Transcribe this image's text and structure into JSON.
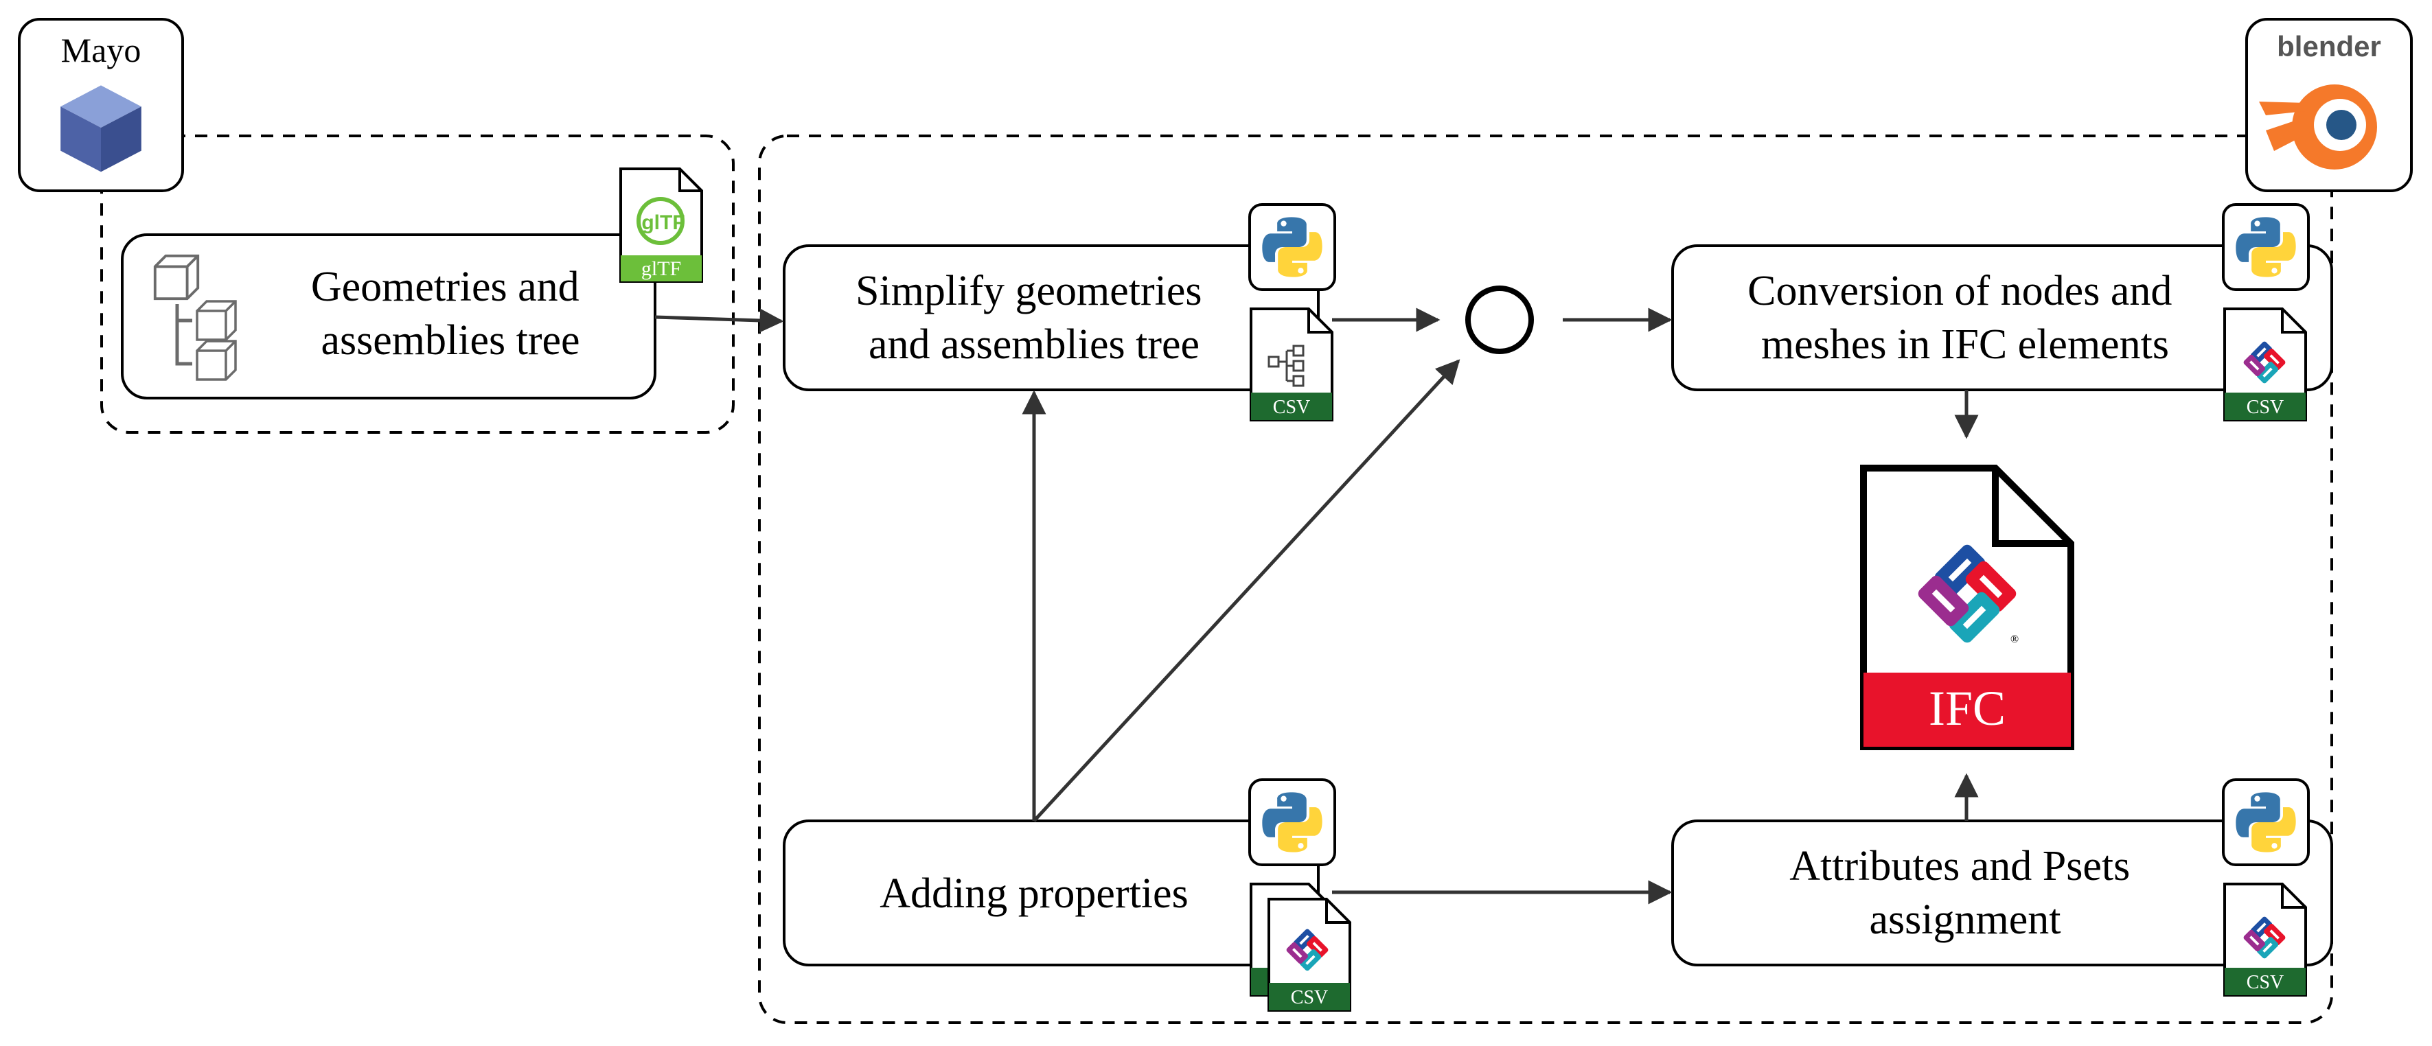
{
  "tools": {
    "mayo": "Mayo",
    "blender": "blender"
  },
  "nodes": {
    "geometries": [
      "Geometries and",
      "assemblies tree"
    ],
    "simplify": [
      "Simplify geometries",
      "and assemblies tree"
    ],
    "conversion": [
      "Conversion of nodes and",
      "meshes in IFC elements"
    ],
    "adding": [
      "Adding properties"
    ],
    "attributes": [
      "Attributes and Psets",
      "assignment"
    ]
  },
  "file_labels": {
    "gltf_logo": "glTF",
    "gltf": "glTF",
    "csv": "CSV",
    "ifc": "IFC"
  },
  "colors": {
    "file_green": "#1e6a2f",
    "gltf_green": "#6cbf3a",
    "ifc_red": "#e8132b",
    "mayo_cube": "#5a6fb0",
    "blender_orange": "#f5792a",
    "blender_blue": "#265787",
    "python_blue": "#3776ab",
    "python_yellow": "#ffd43b"
  }
}
